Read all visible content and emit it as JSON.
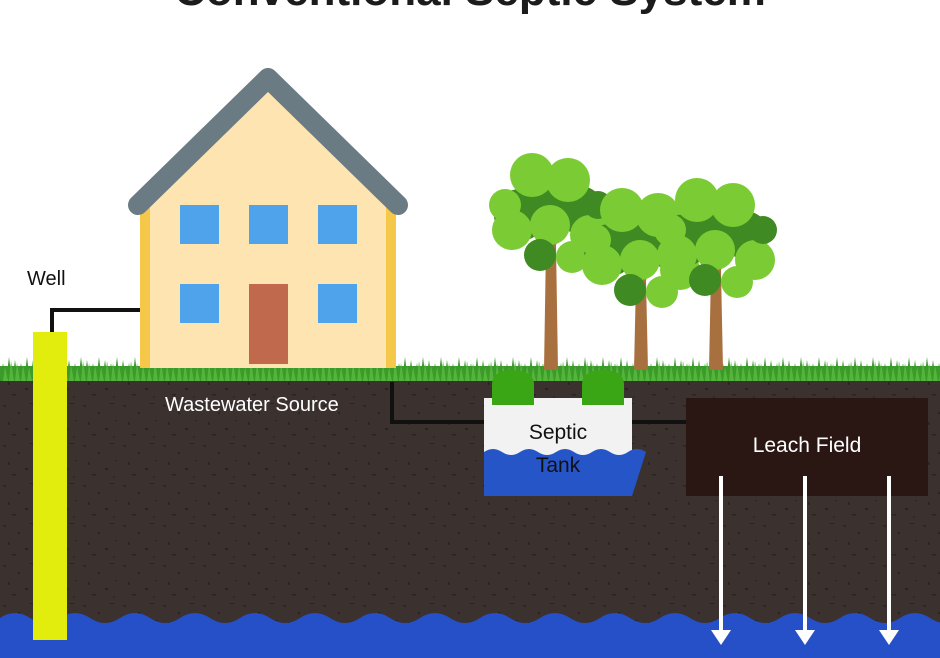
{
  "title": "Conventional Septic System",
  "labels": {
    "well": "Well",
    "wastewater_source": "Wastewater Source",
    "septic_line1": "Septic",
    "septic_line2": "Tank",
    "leach_field": "Leach Field"
  },
  "colors": {
    "sky": "#ffffff",
    "soil": "#3b3230",
    "soil_speckle": "#241d1b",
    "grass": "#3a9a2a",
    "grass_light": "#55b53a",
    "groundwater": "#2650c8",
    "house_wall": "#fde4b1",
    "house_trim": "#f5c84a",
    "roof": "#6b7b83",
    "window": "#4fa3ea",
    "door": "#c0694d",
    "well_pipe": "#e2ec0d",
    "septic_tank_top": "#f2f2f2",
    "septic_water": "#2655c8",
    "tank_lids": "#3aa515",
    "leach_field": "#2a1714",
    "pipe": "#111111",
    "tree_trunk": "#a8703e",
    "foliage_light": "#7bcc34",
    "foliage_dark": "#3f8a22",
    "arrow": "#ffffff"
  }
}
